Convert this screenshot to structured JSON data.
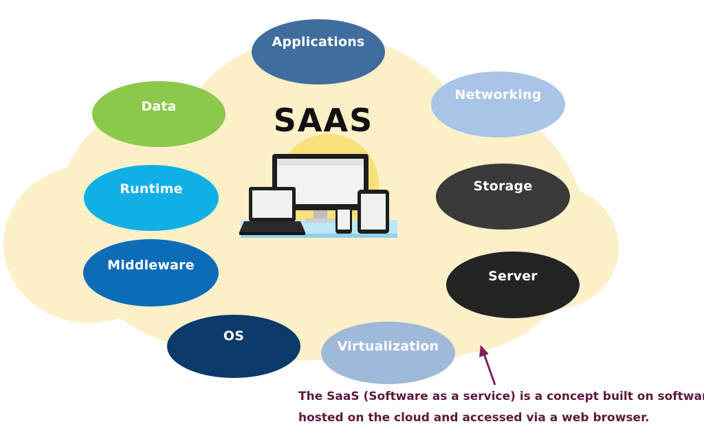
{
  "title": "SAAS",
  "caption": {
    "line1": "The SaaS (Software as a service) is a concept built on software",
    "line2": "hosted on the cloud and accessed via a web browser."
  },
  "colors": {
    "cloud": "#fbf0c8",
    "sun": "#f8e07a",
    "arrow": "#7b2457",
    "caption": "#5c1a3c"
  },
  "icons": [
    "cloud-shape",
    "monitor-icon",
    "laptop-icon",
    "phone-icon",
    "tablet-icon"
  ],
  "bubbles": [
    {
      "label": "Applications",
      "color": "#3f6d9e"
    },
    {
      "label": "Networking",
      "color": "#a8c4e6"
    },
    {
      "label": "Data",
      "color": "#8cc84b"
    },
    {
      "label": "Storage",
      "color": "#3a3a3a"
    },
    {
      "label": "Runtime",
      "color": "#10afe6"
    },
    {
      "label": "Server",
      "color": "#242424"
    },
    {
      "label": "Middleware",
      "color": "#0d6cb6"
    },
    {
      "label": "OS",
      "color": "#0c3a6a"
    },
    {
      "label": "Virtualization",
      "color": "#9fb9d8"
    }
  ]
}
